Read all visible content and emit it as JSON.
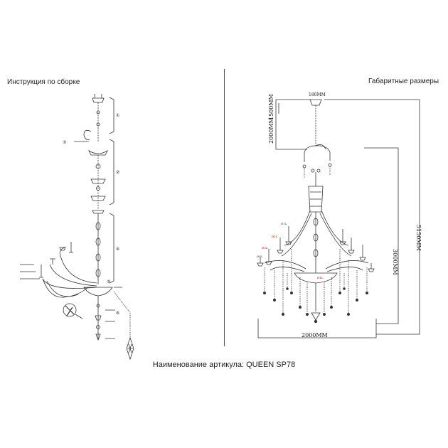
{
  "headings": {
    "assembly_instructions": "Инструкция по сборке",
    "overall_dimensions": "Габаритные размеры"
  },
  "article": "Наименование артикула: QUEEN SP78",
  "dimensions": {
    "top_cap": "180MM",
    "chain_upper": "1500MM",
    "chain_total": "2000MM",
    "body_height": "3000MM",
    "total_height": "5150MM",
    "width": "2000MM"
  },
  "tier_labels": [
    "Ø1L",
    "Ø1L",
    "Ø5L",
    "Ø8L",
    "Ø1L"
  ],
  "step_numbers": [
    "①",
    "②",
    "③",
    "④",
    "⑤",
    "⑥"
  ]
}
